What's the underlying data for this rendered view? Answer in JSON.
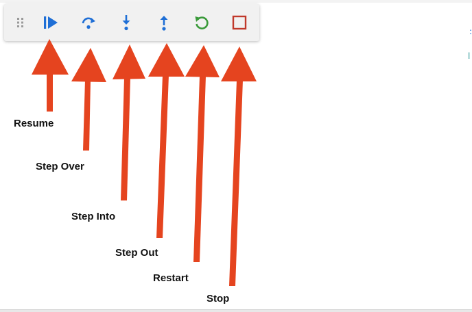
{
  "toolbar": {
    "buttons": [
      {
        "id": "resume",
        "icon": "resume-icon",
        "color": "#1f6fd6"
      },
      {
        "id": "step-over",
        "icon": "step-over-icon",
        "color": "#1f6fd6"
      },
      {
        "id": "step-into",
        "icon": "step-into-icon",
        "color": "#1f6fd6"
      },
      {
        "id": "step-out",
        "icon": "step-out-icon",
        "color": "#1f6fd6"
      },
      {
        "id": "restart",
        "icon": "restart-icon",
        "color": "#3a9a3a"
      },
      {
        "id": "stop",
        "icon": "stop-icon",
        "color": "#c0392b"
      }
    ],
    "grip_icon": "drag-handle-icon"
  },
  "annotations": {
    "arrow_color": "#e5441f",
    "labels": {
      "resume": "Resume",
      "step_over": "Step Over",
      "step_into": "Step Into",
      "step_out": "Step Out",
      "restart": "Restart",
      "stop": "Stop"
    }
  }
}
